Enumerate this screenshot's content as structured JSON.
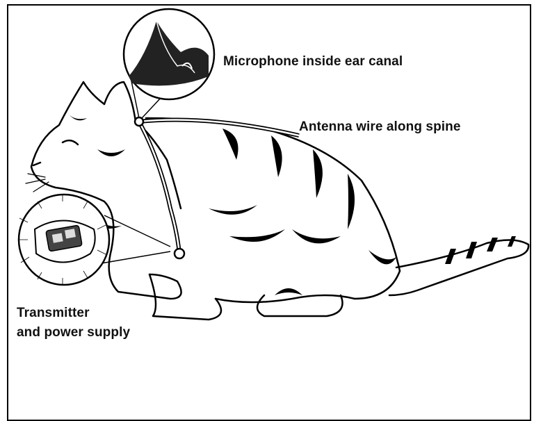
{
  "labels": {
    "microphone": "Microphone inside ear canal",
    "antenna": "Antenna wire along spine",
    "transmitter_line1": "Transmitter",
    "transmitter_line2": "and power supply"
  },
  "colors": {
    "ink": "#000000",
    "paper": "#ffffff"
  },
  "icons": [
    "cat-illustration",
    "ear-inset",
    "transmitter-inset"
  ]
}
